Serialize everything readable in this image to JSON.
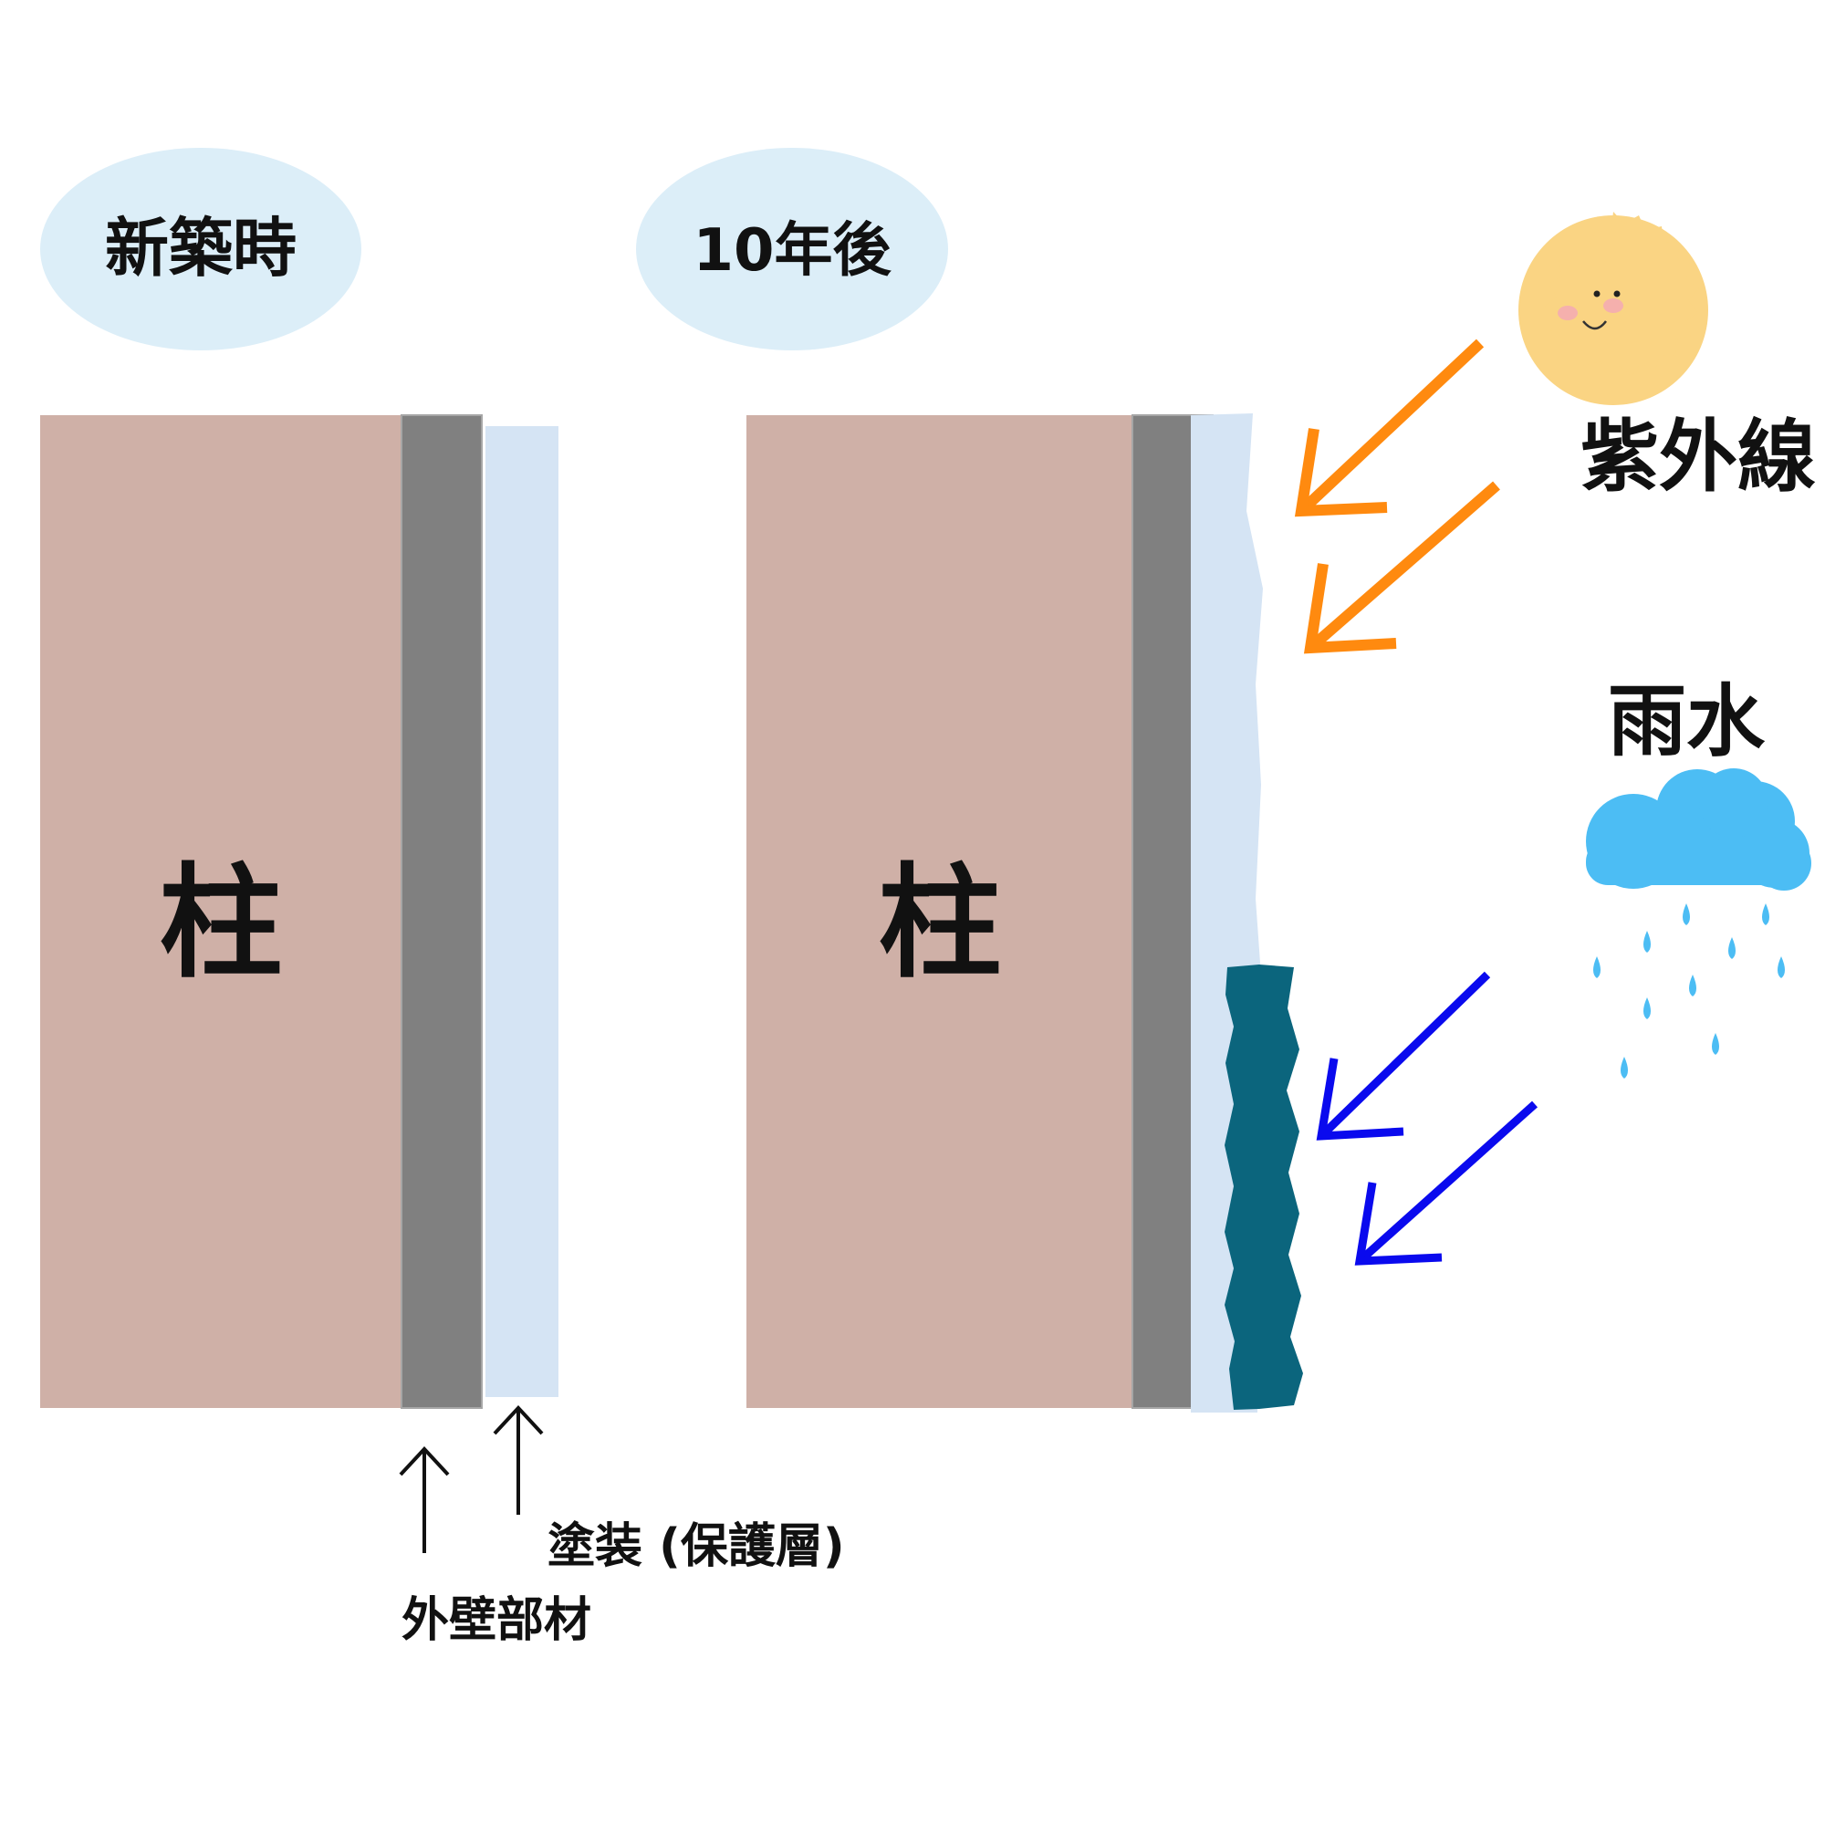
{
  "labels": {
    "new_build": "新築時",
    "ten_years_later": "10年後",
    "pillar_left": "柱",
    "pillar_right": "柱",
    "ultraviolet": "紫外線",
    "rainwater": "雨水",
    "coating": "塗装 (保護層)",
    "exterior_wall": "外壁部材"
  },
  "colors": {
    "bubble": "#dceef8",
    "pillar": "#cfb0a7",
    "wall": "#808080",
    "coating": "#d5e4f4",
    "damage": "#0b657d",
    "uv_arrow": "#ff8a0f",
    "rain_arrow": "#0a0aee",
    "sun": "#fad483",
    "cloud": "#4cbdf4"
  },
  "icons": [
    "sun-icon",
    "rain-cloud-icon"
  ]
}
